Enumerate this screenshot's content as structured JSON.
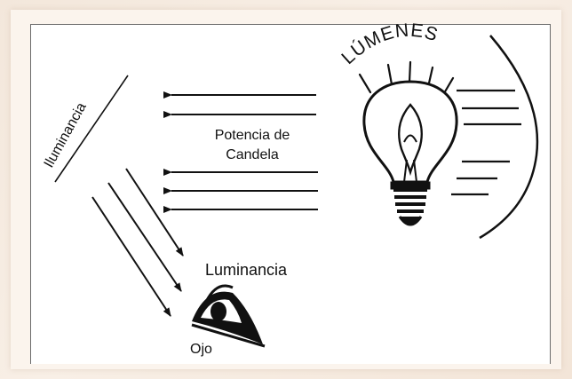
{
  "diagram": {
    "labels": {
      "lumens": "LÚMENES",
      "illuminance": "Iluminancia",
      "candle_power_line1": "Potencia de",
      "candle_power_line2": "Candela",
      "luminance": "Luminancia",
      "eye": "Ojo"
    },
    "colors": {
      "stroke": "#111111",
      "background": "#ffffff",
      "frame": "#f6ece2"
    }
  }
}
